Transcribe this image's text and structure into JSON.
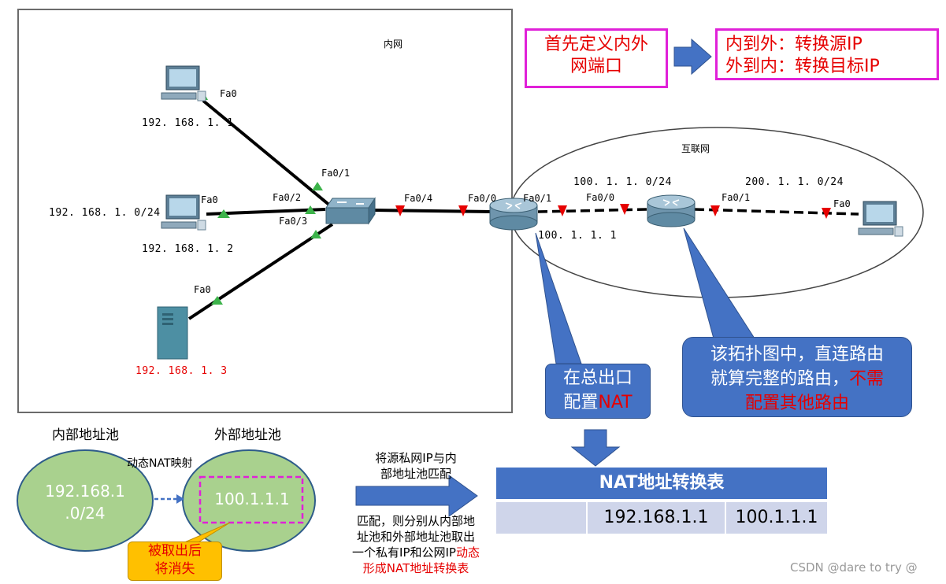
{
  "inner_label": "内网",
  "internet_label": "互联网",
  "box_define": {
    "line1": "首先定义内外",
    "line2": "网端口"
  },
  "box_convert": {
    "line1": "内到外：转换源IP",
    "line2": "外到内：转换目标IP"
  },
  "hosts": [
    {
      "ip": "192. 168. 1. 1",
      "port": "Fa0"
    },
    {
      "ip": "192. 168. 1. 2",
      "port": "Fa0"
    },
    {
      "ip": "192. 168. 1. 3",
      "port": "Fa0"
    }
  ],
  "subnet_inner": "192. 168. 1. 0/24",
  "switch_ports": [
    "Fa0/1",
    "Fa0/2",
    "Fa0/3",
    "Fa0/4"
  ],
  "router1_ports": [
    "Fa0/0",
    "Fa0/1"
  ],
  "router1_ip": "100. 1. 1. 1",
  "router2_ports": [
    "Fa0/0",
    "Fa0/1"
  ],
  "subnet_mid": "100. 1. 1. 0/24",
  "subnet_outer": "200. 1. 1. 0/24",
  "remote_port": "Fa0",
  "callout_nat": {
    "line1": "在总出口",
    "line2_prefix": "配置",
    "line2_red": "NAT"
  },
  "callout_route": {
    "line1": "该拓扑图中，直连路由",
    "line2_prefix": "就算完整的路由，",
    "line2_red": "不需",
    "line3_red": "配置其他路由"
  },
  "pool_inner_title": "内部地址池",
  "pool_outer_title": "外部地址池",
  "pool_inner_value": {
    "line1": "192.168.1",
    "line2": ".0/24"
  },
  "pool_outer_value": "100.1.1.1",
  "dynamic_map_label": "动态NAT映射",
  "taken_note": {
    "line1": "被取出后",
    "line2": "将消失"
  },
  "match_text": {
    "line1": "将源私网IP与内",
    "line2": "部地址池匹配"
  },
  "desc_text": {
    "line1": "匹配，则分别从内部地",
    "line2": "址池和外部地址池取出",
    "line3_prefix": "一个私有IP和公网IP",
    "line3_red": "动态",
    "line4_red": "形成NAT地址转换表"
  },
  "nat_table": {
    "title": "NAT地址转换表",
    "inside": "192.168.1.1",
    "outside": "100.1.1.1"
  },
  "watermark": "CSDN @dare to try @",
  "colors": {
    "accent_blue": "#4472c4",
    "magenta": "#e020d8",
    "red": "#e60000",
    "green_pool": "#a9d18e",
    "note_orange": "#ffc000"
  }
}
